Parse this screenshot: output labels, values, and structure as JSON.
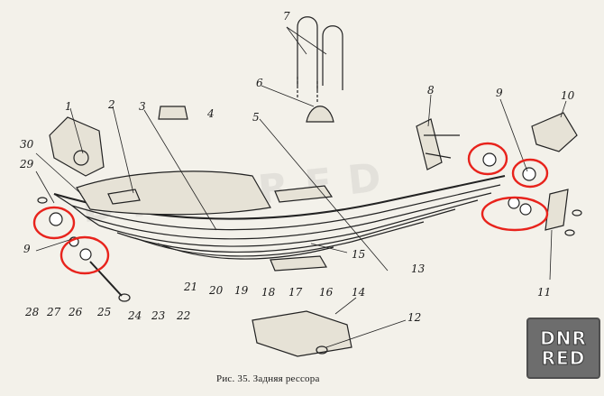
{
  "diagram": {
    "caption": "Рис. 35. Задняя рессора",
    "watermark": "DNR.RED",
    "logo": {
      "line1": "DNR",
      "line2": "RED",
      "bg": "#6d6d6d"
    },
    "highlight_color": "#e8231c",
    "labels": [
      "1",
      "2",
      "3",
      "4",
      "5",
      "6",
      "7",
      "8",
      "9",
      "9",
      "10",
      "11",
      "12",
      "13",
      "14",
      "15",
      "16",
      "17",
      "18",
      "19",
      "20",
      "21",
      "22",
      "23",
      "24",
      "25",
      "26",
      "27",
      "28",
      "29",
      "30"
    ]
  }
}
